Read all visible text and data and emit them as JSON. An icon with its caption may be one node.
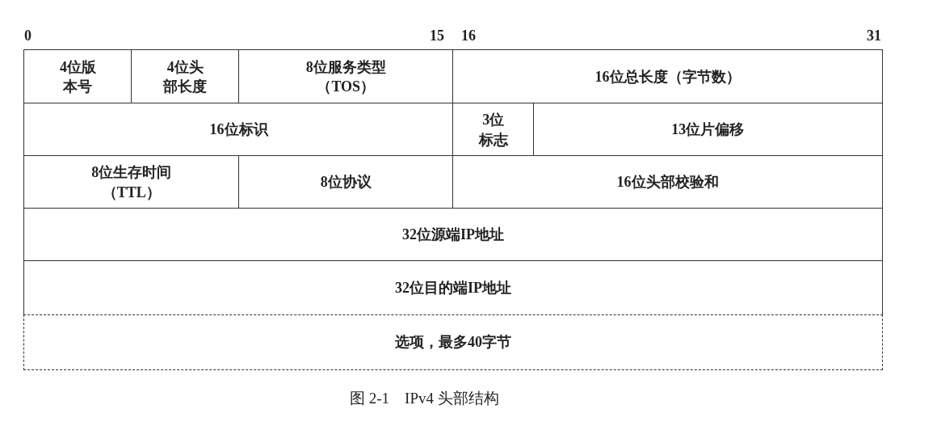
{
  "diagram": {
    "caption": "图 2-1　IPv4 头部结构",
    "nodes": [
      {
        "text": [
          "4位版本号"
        ]
      },
      {
        "text": [
          "4位头部长度"
        ]
      },
      {
        "text": [
          "8位服务类型（TOS）"
        ]
      },
      {
        "text": [
          "16位总长度（字节数）"
        ]
      },
      {
        "text": [
          "16位标识"
        ]
      },
      {
        "text": [
          "3位标志"
        ]
      },
      {
        "text": [
          "13位片偏移"
        ]
      },
      {
        "text": [
          "8位生存时间（TTL）"
        ]
      },
      {
        "text": [
          "8位协议"
        ]
      },
      {
        "text": [
          "16位头部校验和"
        ]
      },
      {
        "text": [
          "32位源端IP地址"
        ]
      },
      {
        "text": [
          "32位目的端IP地址"
        ]
      },
      {
        "text": [
          "选项，最多40字节"
        ]
      }
    ],
    "labels": [
      "0",
      "15",
      "16",
      "31"
    ]
  }
}
